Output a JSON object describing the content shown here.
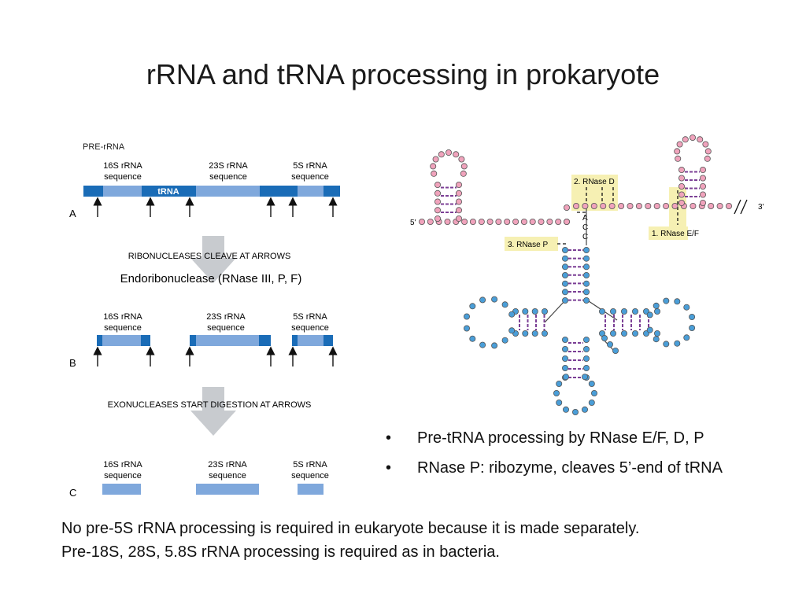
{
  "slide": {
    "title": "rRNA and tRNA processing in prokaryote"
  },
  "rrna_panel": {
    "header": "PRE-rRNA",
    "label_16s": [
      "16S rRNA",
      "sequence"
    ],
    "label_23s": [
      "23S rRNA",
      "sequence"
    ],
    "label_5s": [
      "5S rRNA",
      "sequence"
    ],
    "trna_label": "tRNA",
    "row_a": "A",
    "row_b": "B",
    "row_c": "C",
    "step1": "RIBONUCLEASES CLEAVE AT ARROWS",
    "step1_note": "Endoribonuclease (RNase III, P, F)",
    "step2": "EXONUCLEASES START DIGESTION AT ARROWS",
    "colors": {
      "dark_blue": "#1a6cb7",
      "light_blue": "#7fa8dc",
      "arrow_gray": "#c8cbcf"
    }
  },
  "trna_panel": {
    "five_prime": "5'",
    "three_prime": "3'",
    "rnase_d": "2. RNase D",
    "rnase_ef": "1. RNase E/F",
    "rnase_p": "3. RNase P",
    "acc": [
      "A",
      "C",
      "C"
    ],
    "colors": {
      "pink": "#f0a3bc",
      "blue": "#4a9ed8",
      "pair": "#7b3f95",
      "highlight": "#f6f0b3"
    }
  },
  "bullets": [
    "Pre-tRNA processing by RNase E/F, D, P",
    "RNase P: ribozyme, cleaves 5’-end of tRNA"
  ],
  "footnote": {
    "line1": "No pre-5S rRNA processing is required in eukaryote because it is made separately.",
    "line2": "Pre-18S, 28S, 5.8S rRNA processing is required as in bacteria."
  }
}
